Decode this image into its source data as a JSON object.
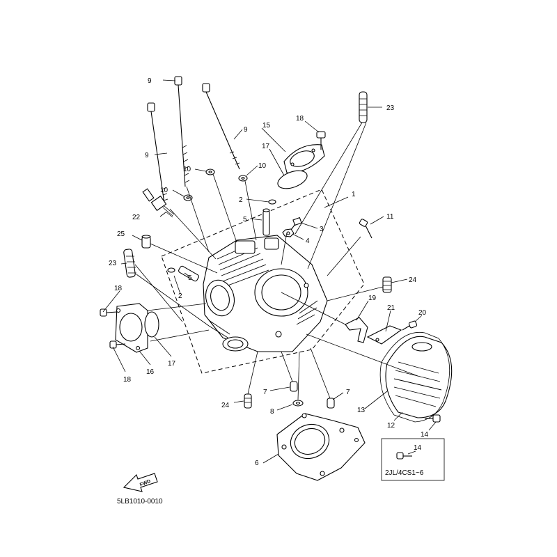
{
  "callouts": {
    "c1": "1",
    "c2a": "2",
    "c2b": "2",
    "c3": "3",
    "c4": "4",
    "c5a": "5",
    "c5b": "5",
    "c6": "6",
    "c7a": "7",
    "c7b": "7",
    "c8": "8",
    "c9a": "9",
    "c9b": "9",
    "c9c": "9",
    "c10a": "10",
    "c10b": "10",
    "c10c": "10",
    "c11": "11",
    "c12": "12",
    "c13": "13",
    "c14a": "14",
    "c14b": "14",
    "c15": "15",
    "c16": "16",
    "c17a": "17",
    "c17b": "17",
    "c18a": "18",
    "c18b": "18",
    "c18c": "18",
    "c19": "19",
    "c20": "20",
    "c21": "21",
    "c22": "22",
    "c23a": "23",
    "c23b": "23",
    "c24a": "24",
    "c24b": "24",
    "c25": "25"
  },
  "inset": {
    "number": "14",
    "label": "2JL/4CS1~6"
  },
  "fwd_label": "FWD",
  "diagram_code": "5LB1010-0010"
}
